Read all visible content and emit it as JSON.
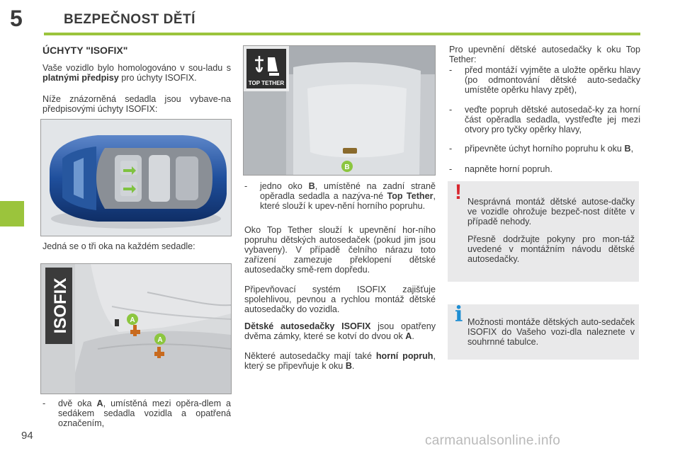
{
  "header": {
    "chapter_number": "5",
    "chapter_title": "BEZPEČNOST DĚTÍ"
  },
  "footer": {
    "page_number": "94",
    "watermark": "carmanualsonline.info"
  },
  "col1": {
    "heading": "ÚCHYTY \"ISOFIX\"",
    "p1_a": "Vaše vozidlo bylo homologováno v sou-ladu s ",
    "p1_b": "platnými předpisy",
    "p1_c": " pro úchyty ISOFIX.",
    "p2": "Níže znázorněná sedadla jsou vybave-na předpisovými úchyty ISOFIX:",
    "caption": "Jedná se o tři oka na každém sedadle:",
    "isofix_label": "ISOFIX",
    "marker_a": "A",
    "bullet_a_1": "dvě oka ",
    "bullet_a_2": "A",
    "bullet_a_3": ", umístěná mezi opěra-dlem a sedákem sedadla vozidla a opatřená označením,"
  },
  "col2": {
    "top_tether_label": "TOP TETHER",
    "marker_b": "B",
    "bullet_b_1": "jedno oko ",
    "bullet_b_2": "B",
    "bullet_b_3": ", umístěné na zadní straně opěradla sedadla a nazýva-né ",
    "bullet_b_4": "Top Tether",
    "bullet_b_5": ", které slouží k upev-nění horního popruhu.",
    "p1": "Oko Top Tether slouží k upevnění hor-ního popruhu dětských autosedaček (pokud jim jsou vybaveny). V případě čelního nárazu toto zařízení zamezuje překlopení dětské autosedačky smě-rem dopředu.",
    "p2": "Připevňovací systém ISOFIX zajišťuje spolehlivou, pevnou a rychlou montáž dětské autosedačky do vozidla.",
    "p3_a": "Dětské autosedačky ISOFIX",
    "p3_b": " jsou opatřeny dvěma zámky, které se kotví do dvou ok ",
    "p3_c": "A",
    "p3_d": ".",
    "p4_a": "Některé autosedačky mají také ",
    "p4_b": "horní popruh",
    "p4_c": ", který se připevňuje k oku ",
    "p4_d": "B",
    "p4_e": "."
  },
  "col3": {
    "intro": "Pro upevnění dětské autosedačky k oku Top Tether:",
    "steps": [
      "před montáží vyjměte a uložte opěrku hlavy (po odmontování dětské auto-sedačky umístěte opěrku hlavy zpět),",
      "veďte popruh dětské autosedač-ky za horní část opěradla sedadla, vystřeďte jej mezi otvory pro tyčky opěrky hlavy,",
      "připevněte úchyt horního popruhu k oku ",
      "napněte horní popruh."
    ],
    "step3_b": "B",
    "step3_end": ",",
    "warning_icon": "!",
    "warning_p1": "Nesprávná montáž dětské autose-dačky ve vozidle ohrožuje bezpeč-nost dítěte v případě nehody.",
    "warning_p2": "Přesně dodržujte pokyny pro mon-táž uvedené v montážním návodu dětské autosedačky.",
    "info_icon": "i",
    "info_p1": "Možnosti montáže dětských auto-sedaček ISOFIX do Vašeho vozi-dla naleznete v souhrnné tabulce."
  },
  "colors": {
    "accent_green": "#9bc43c",
    "warning_red": "#d8262e",
    "info_blue": "#1e8ed3",
    "note_bg": "#e9e9ea"
  }
}
